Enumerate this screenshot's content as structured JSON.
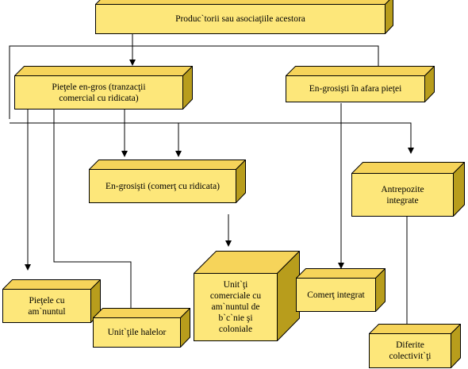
{
  "colors": {
    "front": "#fde77a",
    "top": "#f6d45a",
    "side": "#b89d1c",
    "line": "#000000"
  },
  "boxes": {
    "producers": {
      "label": "Produc`torii sau asociaţiile acestora"
    },
    "wholesale_markets": {
      "label": "Pieţele en-gros (tranzacţii\ncomercial cu ridicata)"
    },
    "wholesalers_outside": {
      "label": "En-grosişti în afara pieţei"
    },
    "wholesalers": {
      "label": "En-grosişti (comerţ cu ridicata)"
    },
    "integrated_warehouses": {
      "label": "Antrepozite\nintegrate"
    },
    "retail_markets": {
      "label": "Pieţele cu\nam`nuntul"
    },
    "hall_units": {
      "label": "Unit`ţile halelor"
    },
    "retail_units": {
      "label": "Unit`ţi\ncomerciale cu\nam`nuntul de\nb`c`nie şi\ncoloniale"
    },
    "integrated_trade": {
      "label": "Comerţ integrat"
    },
    "collectives": {
      "label": "Diferite\ncolectivit`ţi"
    }
  }
}
